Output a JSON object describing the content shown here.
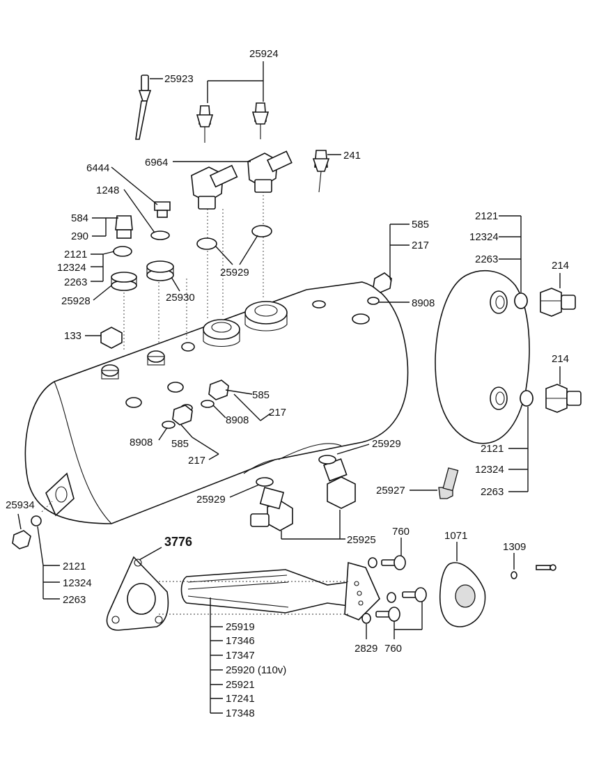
{
  "labels": {
    "p25924": "25924",
    "p25923": "25923",
    "p241": "241",
    "p6964": "6964",
    "p6444": "6444",
    "p1248": "1248",
    "p584": "584",
    "p290": "290",
    "p2121_a": "2121",
    "p12324_a": "12324",
    "p2263_a": "2263",
    "p25928": "25928",
    "p25930": "25930",
    "p25929_a": "25929",
    "p133": "133",
    "p585_a": "585",
    "p217_a": "217",
    "p8908_a": "8908",
    "p2121_b": "2121",
    "p12324_b": "12324",
    "p2263_b": "2263",
    "p214_a": "214",
    "p214_b": "214",
    "p2121_c": "2121",
    "p12324_c": "12324",
    "p2263_c": "2263",
    "p585_b": "585",
    "p217_b": "217",
    "p8908_b": "8908",
    "p8908_c": "8908",
    "p585_c": "585",
    "p217_c": "217",
    "p25929_b": "25929",
    "p25927": "25927",
    "p25929_c": "25929",
    "p25925": "25925",
    "p25934": "25934",
    "p2121_d": "2121",
    "p12324_d": "12324",
    "p2263_d": "2263",
    "p3776": "3776",
    "p760_a": "760",
    "p1071": "1071",
    "p1309": "1309",
    "p2829": "2829",
    "p760_b": "760",
    "element_parts": [
      "25919",
      "17346",
      "17347",
      "25920 (110v)",
      "25921",
      "17241",
      "17348"
    ]
  }
}
